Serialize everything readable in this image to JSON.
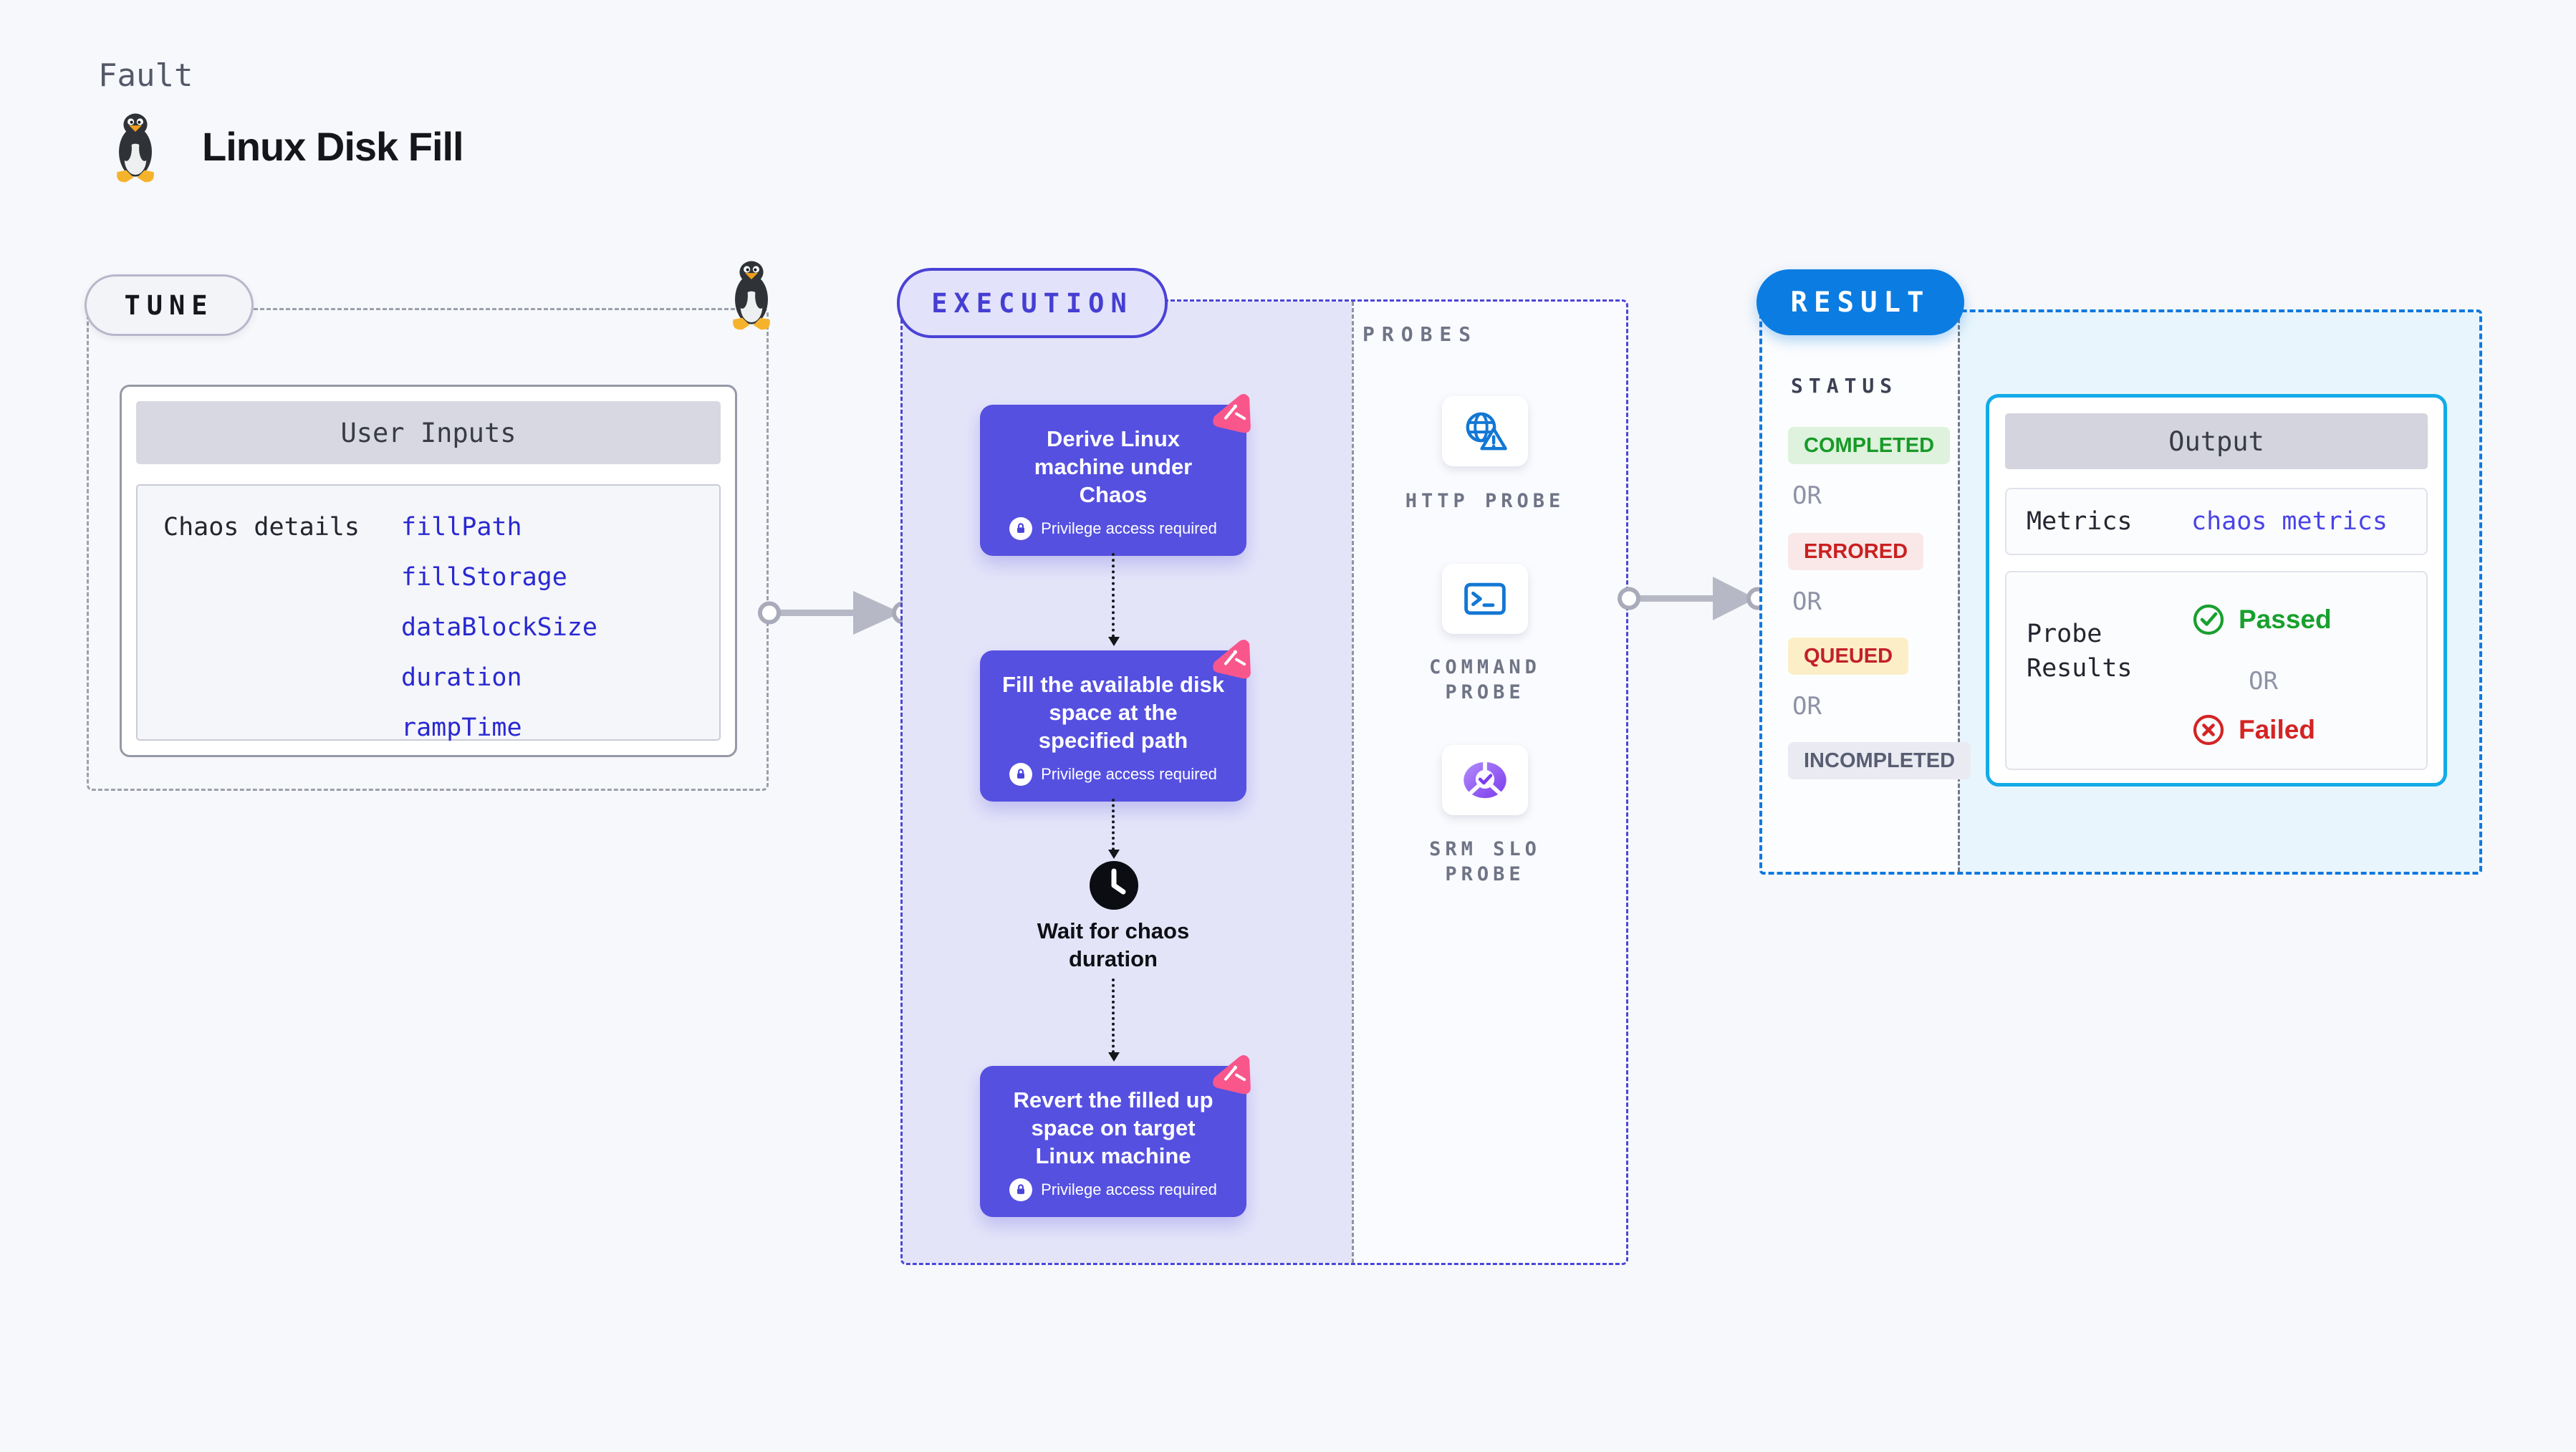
{
  "header": {
    "kicker": "Fault",
    "title": "Linux Disk Fill"
  },
  "tune": {
    "pill": "TUNE",
    "card_title": "User Inputs",
    "row_label": "Chaos details",
    "values": [
      "fillPath",
      "fillStorage",
      "dataBlockSize",
      "duration",
      "rampTime"
    ]
  },
  "execution": {
    "pill": "EXECUTION",
    "cards": [
      {
        "title": "Derive Linux machine under Chaos",
        "badge": "Privilege access required"
      },
      {
        "title": "Fill the available disk space at the specified path",
        "badge": "Privilege access required"
      },
      {
        "title": "Revert the filled up space on target Linux machine",
        "badge": "Privilege access required"
      }
    ],
    "wait_label": "Wait for chaos duration",
    "probes": {
      "heading": "PROBES",
      "items": [
        {
          "label": "HTTP PROBE",
          "icon": "globe-alert-icon"
        },
        {
          "label": "COMMAND PROBE",
          "icon": "terminal-icon"
        },
        {
          "label": "SRM SLO PROBE",
          "icon": "slo-pie-check-icon"
        }
      ]
    }
  },
  "result": {
    "pill": "RESULT",
    "status_heading": "STATUS",
    "or_label": "OR",
    "statuses": [
      "COMPLETED",
      "ERRORED",
      "QUEUED",
      "INCOMPLETED"
    ],
    "output": {
      "title": "Output",
      "metrics_label": "Metrics",
      "metrics_value": "chaos metrics",
      "probe_results_label": "Probe Results",
      "passed": "Passed",
      "failed": "Failed"
    }
  },
  "colors": {
    "page_bg": "#f7f8fb",
    "flow_card_indigo": "#5550e0",
    "execution_border": "#4b46d8",
    "execution_fill": "#e4e4f9",
    "tune_border": "#9ba0ac",
    "result_border": "#1079df",
    "result_pill_blue": "#0b7ce2",
    "result_fill": "#e8f5fc",
    "output_card_border": "#12abe8",
    "input_value_blue": "#2929d2",
    "litmus_pink": "#f9568c",
    "probe_icon_blue": "#1377d4",
    "slo_purple": "#7c3aed",
    "passed_green": "#18a02e",
    "failed_red": "#d32424",
    "queued_bg": "#fceec6",
    "completed_bg": "#def2dd",
    "errored_bg": "#fae8e8",
    "incompleted_bg": "#eaebf2"
  }
}
